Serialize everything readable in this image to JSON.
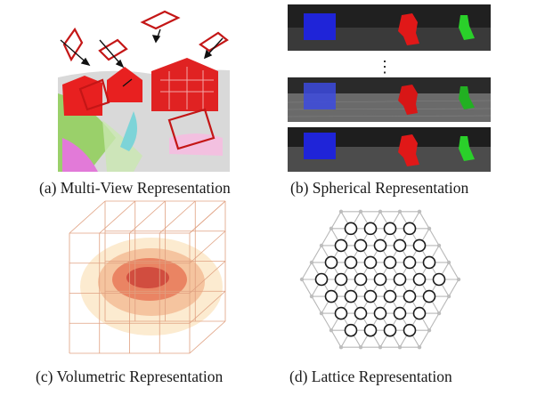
{
  "figure": {
    "panels": [
      {
        "id": "a",
        "caption": "(a) Multi-View Representation"
      },
      {
        "id": "b",
        "caption": "(b) Spherical Representation"
      },
      {
        "id": "c",
        "caption": "(c) Volumetric Representation"
      },
      {
        "id": "d",
        "caption": "(d) Lattice Representation"
      }
    ],
    "spherical_ellipsis": "⋮"
  }
}
